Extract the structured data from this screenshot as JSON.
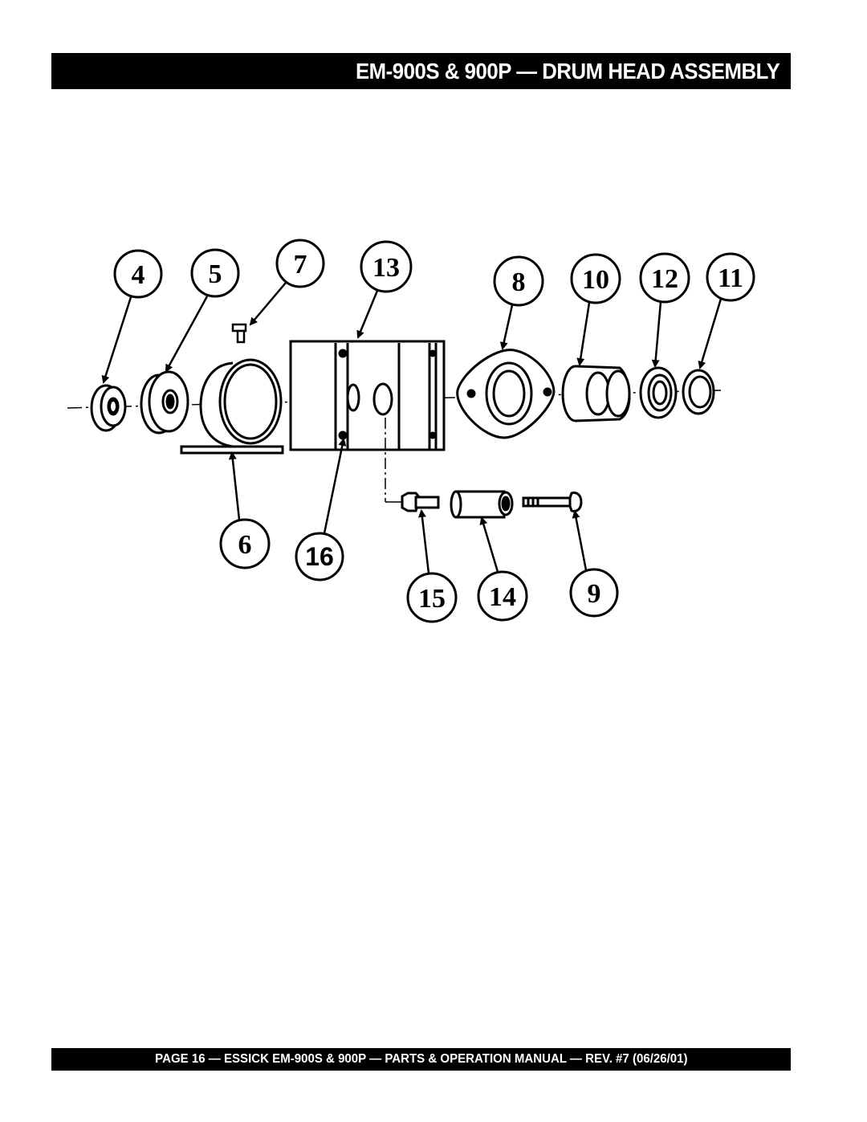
{
  "header": {
    "title": "EM-900S & 900P — DRUM HEAD ASSEMBLY"
  },
  "footer": {
    "text": "PAGE 16 — ESSICK EM-900S & 900P — PARTS & OPERATION MANUAL — REV. #7 (06/26/01)"
  },
  "diagram": {
    "callouts": [
      "4",
      "5",
      "7",
      "13",
      "8",
      "10",
      "12",
      "11",
      "6",
      "16",
      "15",
      "14",
      "9"
    ]
  }
}
